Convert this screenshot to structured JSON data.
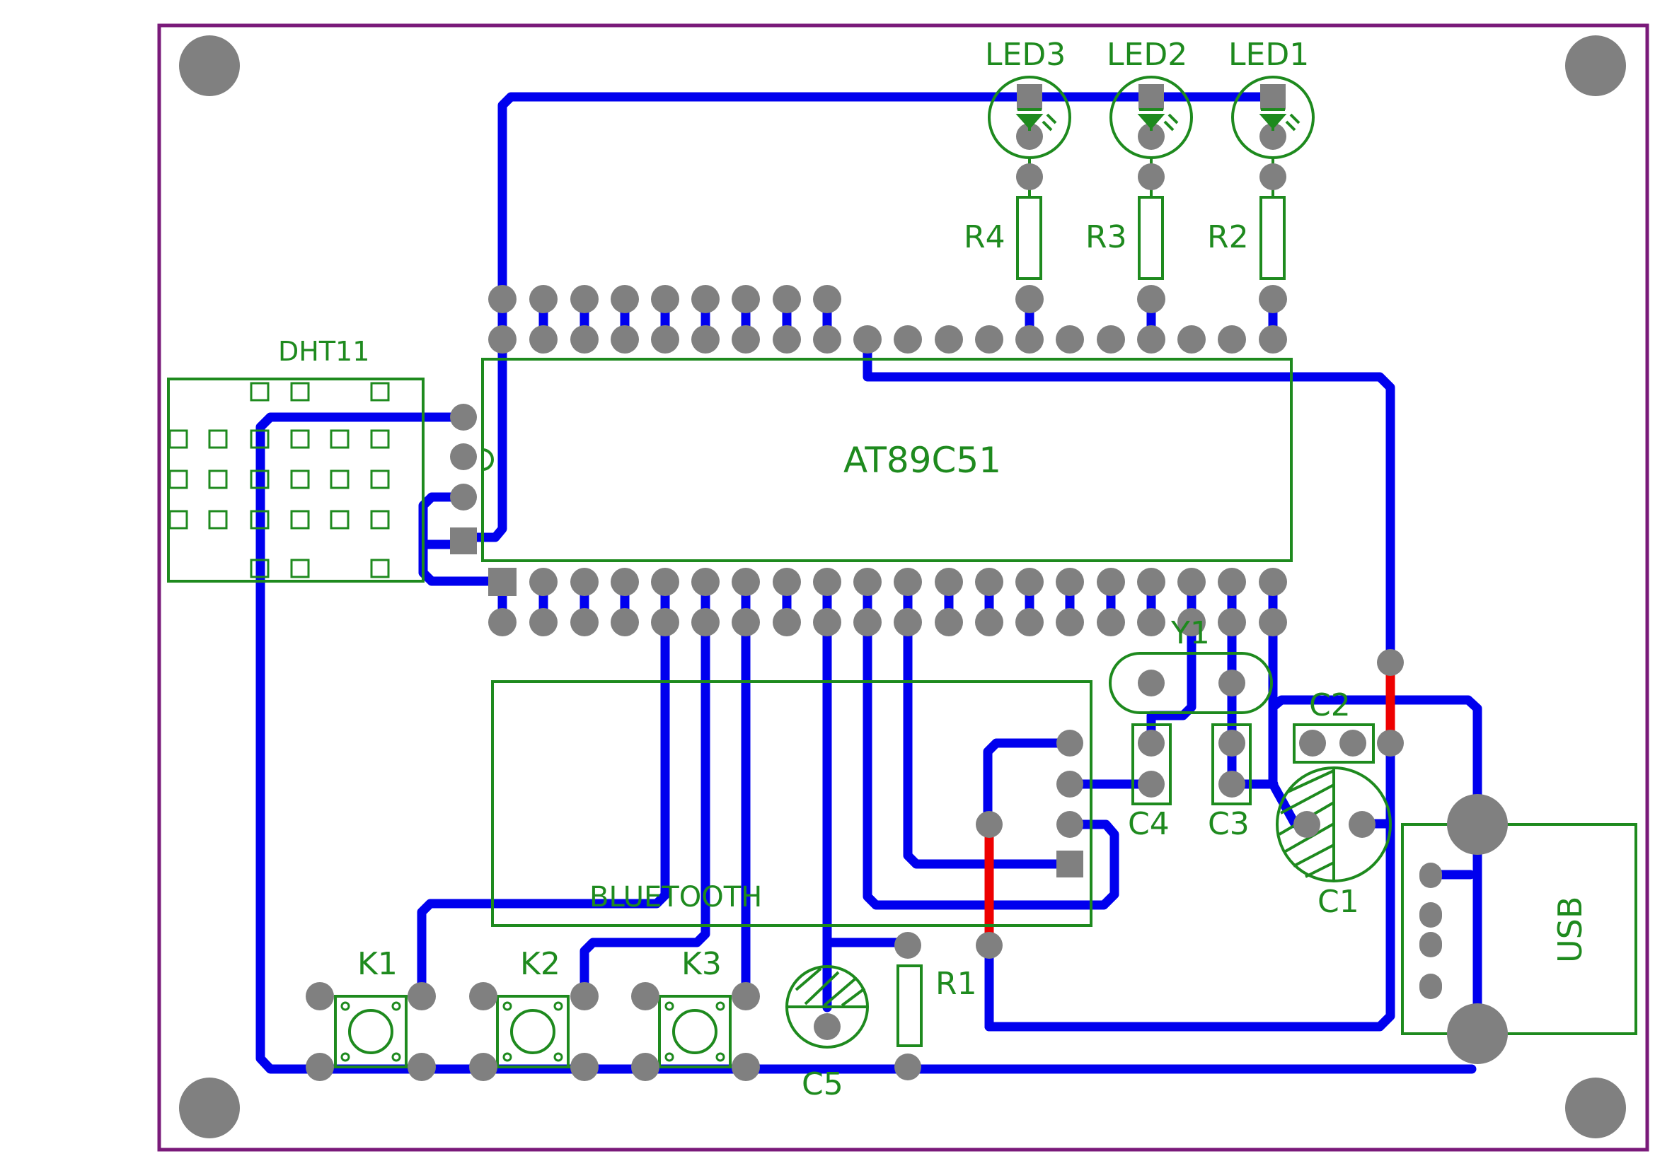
{
  "labels": {
    "led3": "LED3",
    "led2": "LED2",
    "led1": "LED1",
    "r4": "R4",
    "r3": "R3",
    "r2": "R2",
    "r1": "R1",
    "dht11": "DHT11",
    "mcu": "AT89C51",
    "y1": "Y1",
    "c1": "C1",
    "c2": "C2",
    "c3": "C3",
    "c4": "C4",
    "c5": "C5",
    "bluetooth": "BLUETOOTH",
    "k1": "K1",
    "k2": "K2",
    "k3": "K3",
    "usb": "USB"
  },
  "colors": {
    "outline": "#7a1a7a",
    "trace": "#0000ee",
    "jumper": "#ee0000",
    "silk": "#1e8a1e",
    "pad": "#808080",
    "background": "#ffffff"
  }
}
